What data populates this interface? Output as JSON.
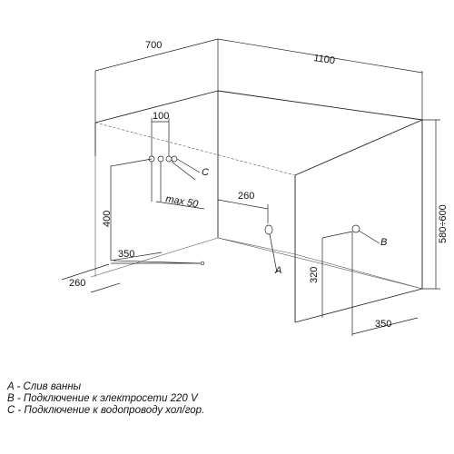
{
  "dimensions": {
    "width_700": "700",
    "length_1100": "1100",
    "spacing_100": "100",
    "max_50": "max 50",
    "distance_260_top": "260",
    "height_400": "400",
    "distance_350_left": "350",
    "distance_260_left": "260",
    "height_320": "320",
    "height_580_600": "580÷600",
    "distance_350_right": "350"
  },
  "markers": {
    "a": "A",
    "b": "B",
    "c": "C"
  },
  "legend": [
    "A - Слив ванны",
    "B - Подключение к электросети 220 V",
    "C - Подключение к водопроводу хол/гор."
  ]
}
